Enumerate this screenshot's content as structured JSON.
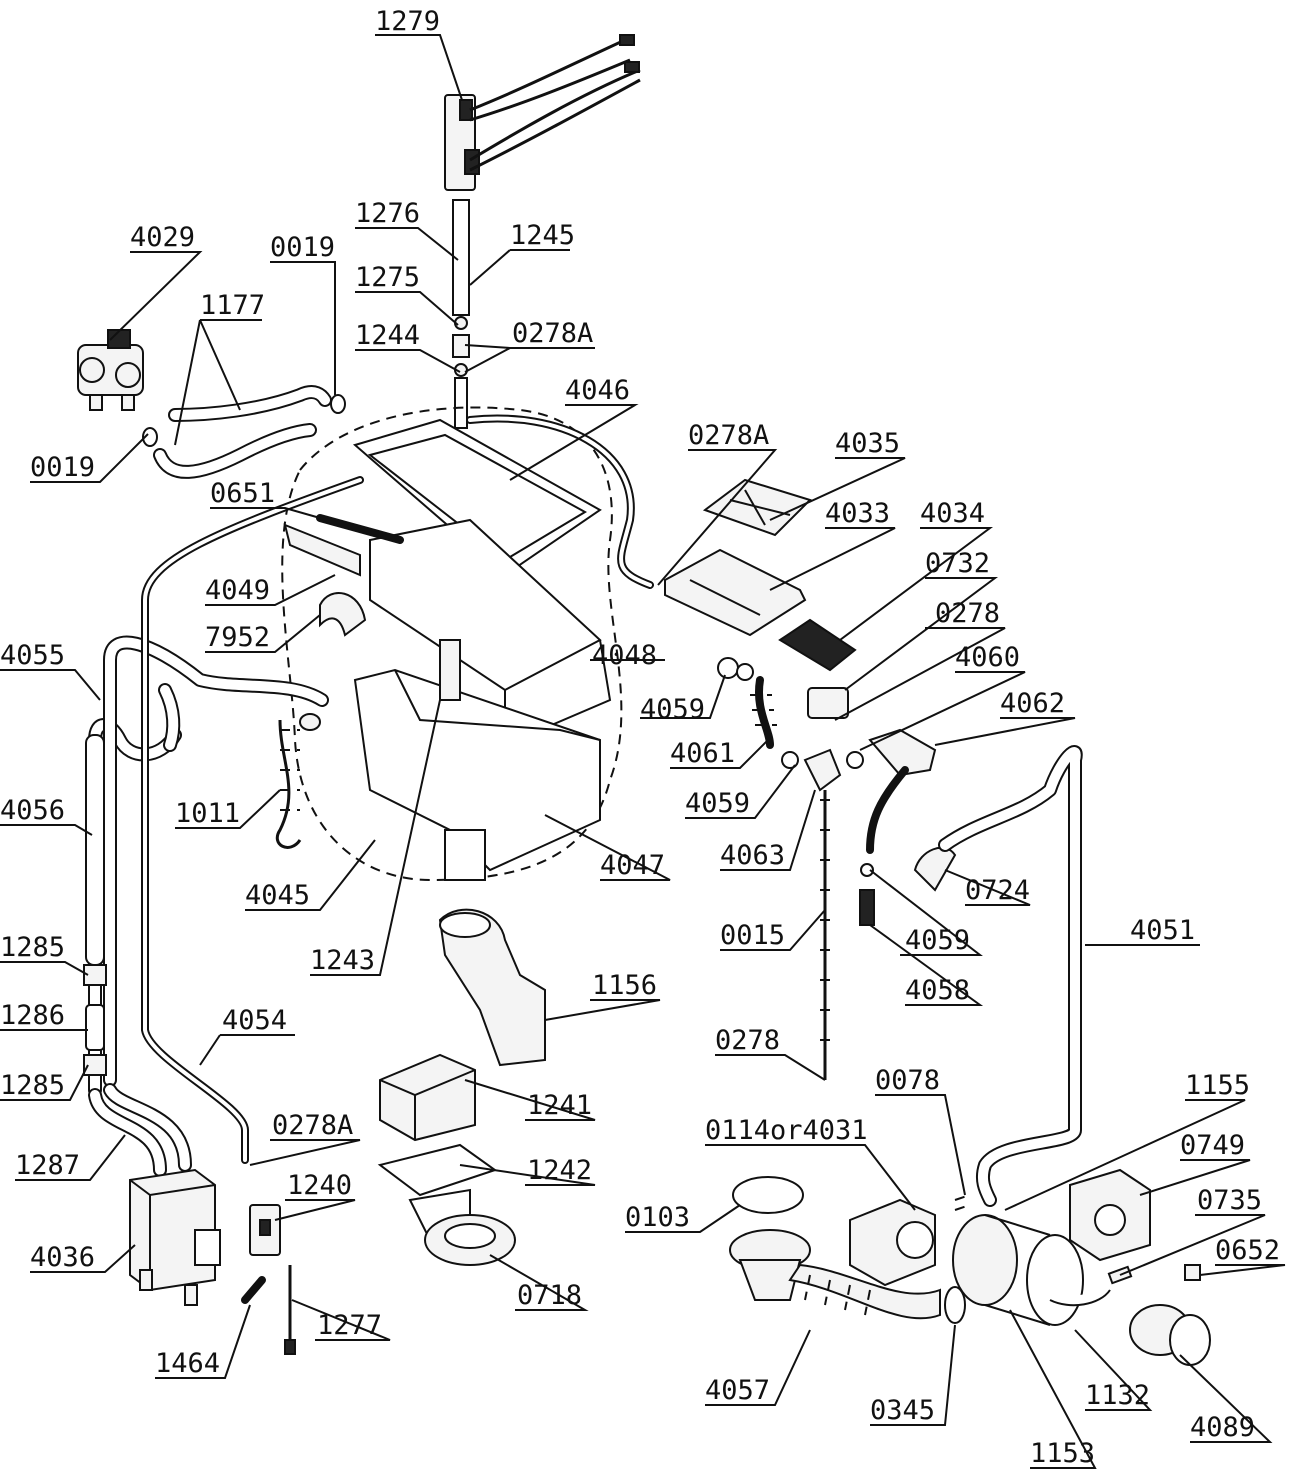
{
  "diagram": {
    "callouts": [
      {
        "id": "c-1279",
        "text": "1279"
      },
      {
        "id": "c-1276",
        "text": "1276"
      },
      {
        "id": "c-1245",
        "text": "1245"
      },
      {
        "id": "c-4029",
        "text": "4029"
      },
      {
        "id": "c-0019a",
        "text": "0019"
      },
      {
        "id": "c-1177",
        "text": "1177"
      },
      {
        "id": "c-1275",
        "text": "1275"
      },
      {
        "id": "c-0278a-top",
        "text": "0278A"
      },
      {
        "id": "c-1244",
        "text": "1244"
      },
      {
        "id": "c-4046",
        "text": "4046"
      },
      {
        "id": "c-0278a-mid",
        "text": "0278A"
      },
      {
        "id": "c-4035",
        "text": "4035"
      },
      {
        "id": "c-0019b",
        "text": "0019"
      },
      {
        "id": "c-0651",
        "text": "0651"
      },
      {
        "id": "c-4033",
        "text": "4033"
      },
      {
        "id": "c-4034",
        "text": "4034"
      },
      {
        "id": "c-0732",
        "text": "0732"
      },
      {
        "id": "c-4049",
        "text": "4049"
      },
      {
        "id": "c-0278-right",
        "text": "0278"
      },
      {
        "id": "c-7952",
        "text": "7952"
      },
      {
        "id": "c-4048",
        "text": "4048"
      },
      {
        "id": "c-4055",
        "text": "4055"
      },
      {
        "id": "c-4060",
        "text": "4060"
      },
      {
        "id": "c-4059a",
        "text": "4059"
      },
      {
        "id": "c-4062",
        "text": "4062"
      },
      {
        "id": "c-4061",
        "text": "4061"
      },
      {
        "id": "c-4059b",
        "text": "4059"
      },
      {
        "id": "c-4056",
        "text": "4056"
      },
      {
        "id": "c-1011",
        "text": "1011"
      },
      {
        "id": "c-4063",
        "text": "4063"
      },
      {
        "id": "c-4047",
        "text": "4047"
      },
      {
        "id": "c-0724",
        "text": "0724"
      },
      {
        "id": "c-4045",
        "text": "4045"
      },
      {
        "id": "c-0015",
        "text": "0015"
      },
      {
        "id": "c-4051",
        "text": "4051"
      },
      {
        "id": "c-4059c",
        "text": "4059"
      },
      {
        "id": "c-1285a",
        "text": "1285"
      },
      {
        "id": "c-1243",
        "text": "1243"
      },
      {
        "id": "c-4058",
        "text": "4058"
      },
      {
        "id": "c-1156",
        "text": "1156"
      },
      {
        "id": "c-1286",
        "text": "1286"
      },
      {
        "id": "c-4054",
        "text": "4054"
      },
      {
        "id": "c-0278-low",
        "text": "0278"
      },
      {
        "id": "c-1285b",
        "text": "1285"
      },
      {
        "id": "c-0078",
        "text": "0078"
      },
      {
        "id": "c-1241",
        "text": "1241"
      },
      {
        "id": "c-1155",
        "text": "1155"
      },
      {
        "id": "c-0278a-low",
        "text": "0278A"
      },
      {
        "id": "c-0114or4031",
        "text": "0114or4031"
      },
      {
        "id": "c-1287",
        "text": "1287"
      },
      {
        "id": "c-0749",
        "text": "0749"
      },
      {
        "id": "c-1242",
        "text": "1242"
      },
      {
        "id": "c-1240",
        "text": "1240"
      },
      {
        "id": "c-0735",
        "text": "0735"
      },
      {
        "id": "c-0103",
        "text": "0103"
      },
      {
        "id": "c-0652",
        "text": "0652"
      },
      {
        "id": "c-4036",
        "text": "4036"
      },
      {
        "id": "c-0718",
        "text": "0718"
      },
      {
        "id": "c-1277",
        "text": "1277"
      },
      {
        "id": "c-1464",
        "text": "1464"
      },
      {
        "id": "c-4057",
        "text": "4057"
      },
      {
        "id": "c-1132",
        "text": "1132"
      },
      {
        "id": "c-0345",
        "text": "0345"
      },
      {
        "id": "c-4089",
        "text": "4089"
      },
      {
        "id": "c-1153",
        "text": "1153"
      }
    ]
  }
}
